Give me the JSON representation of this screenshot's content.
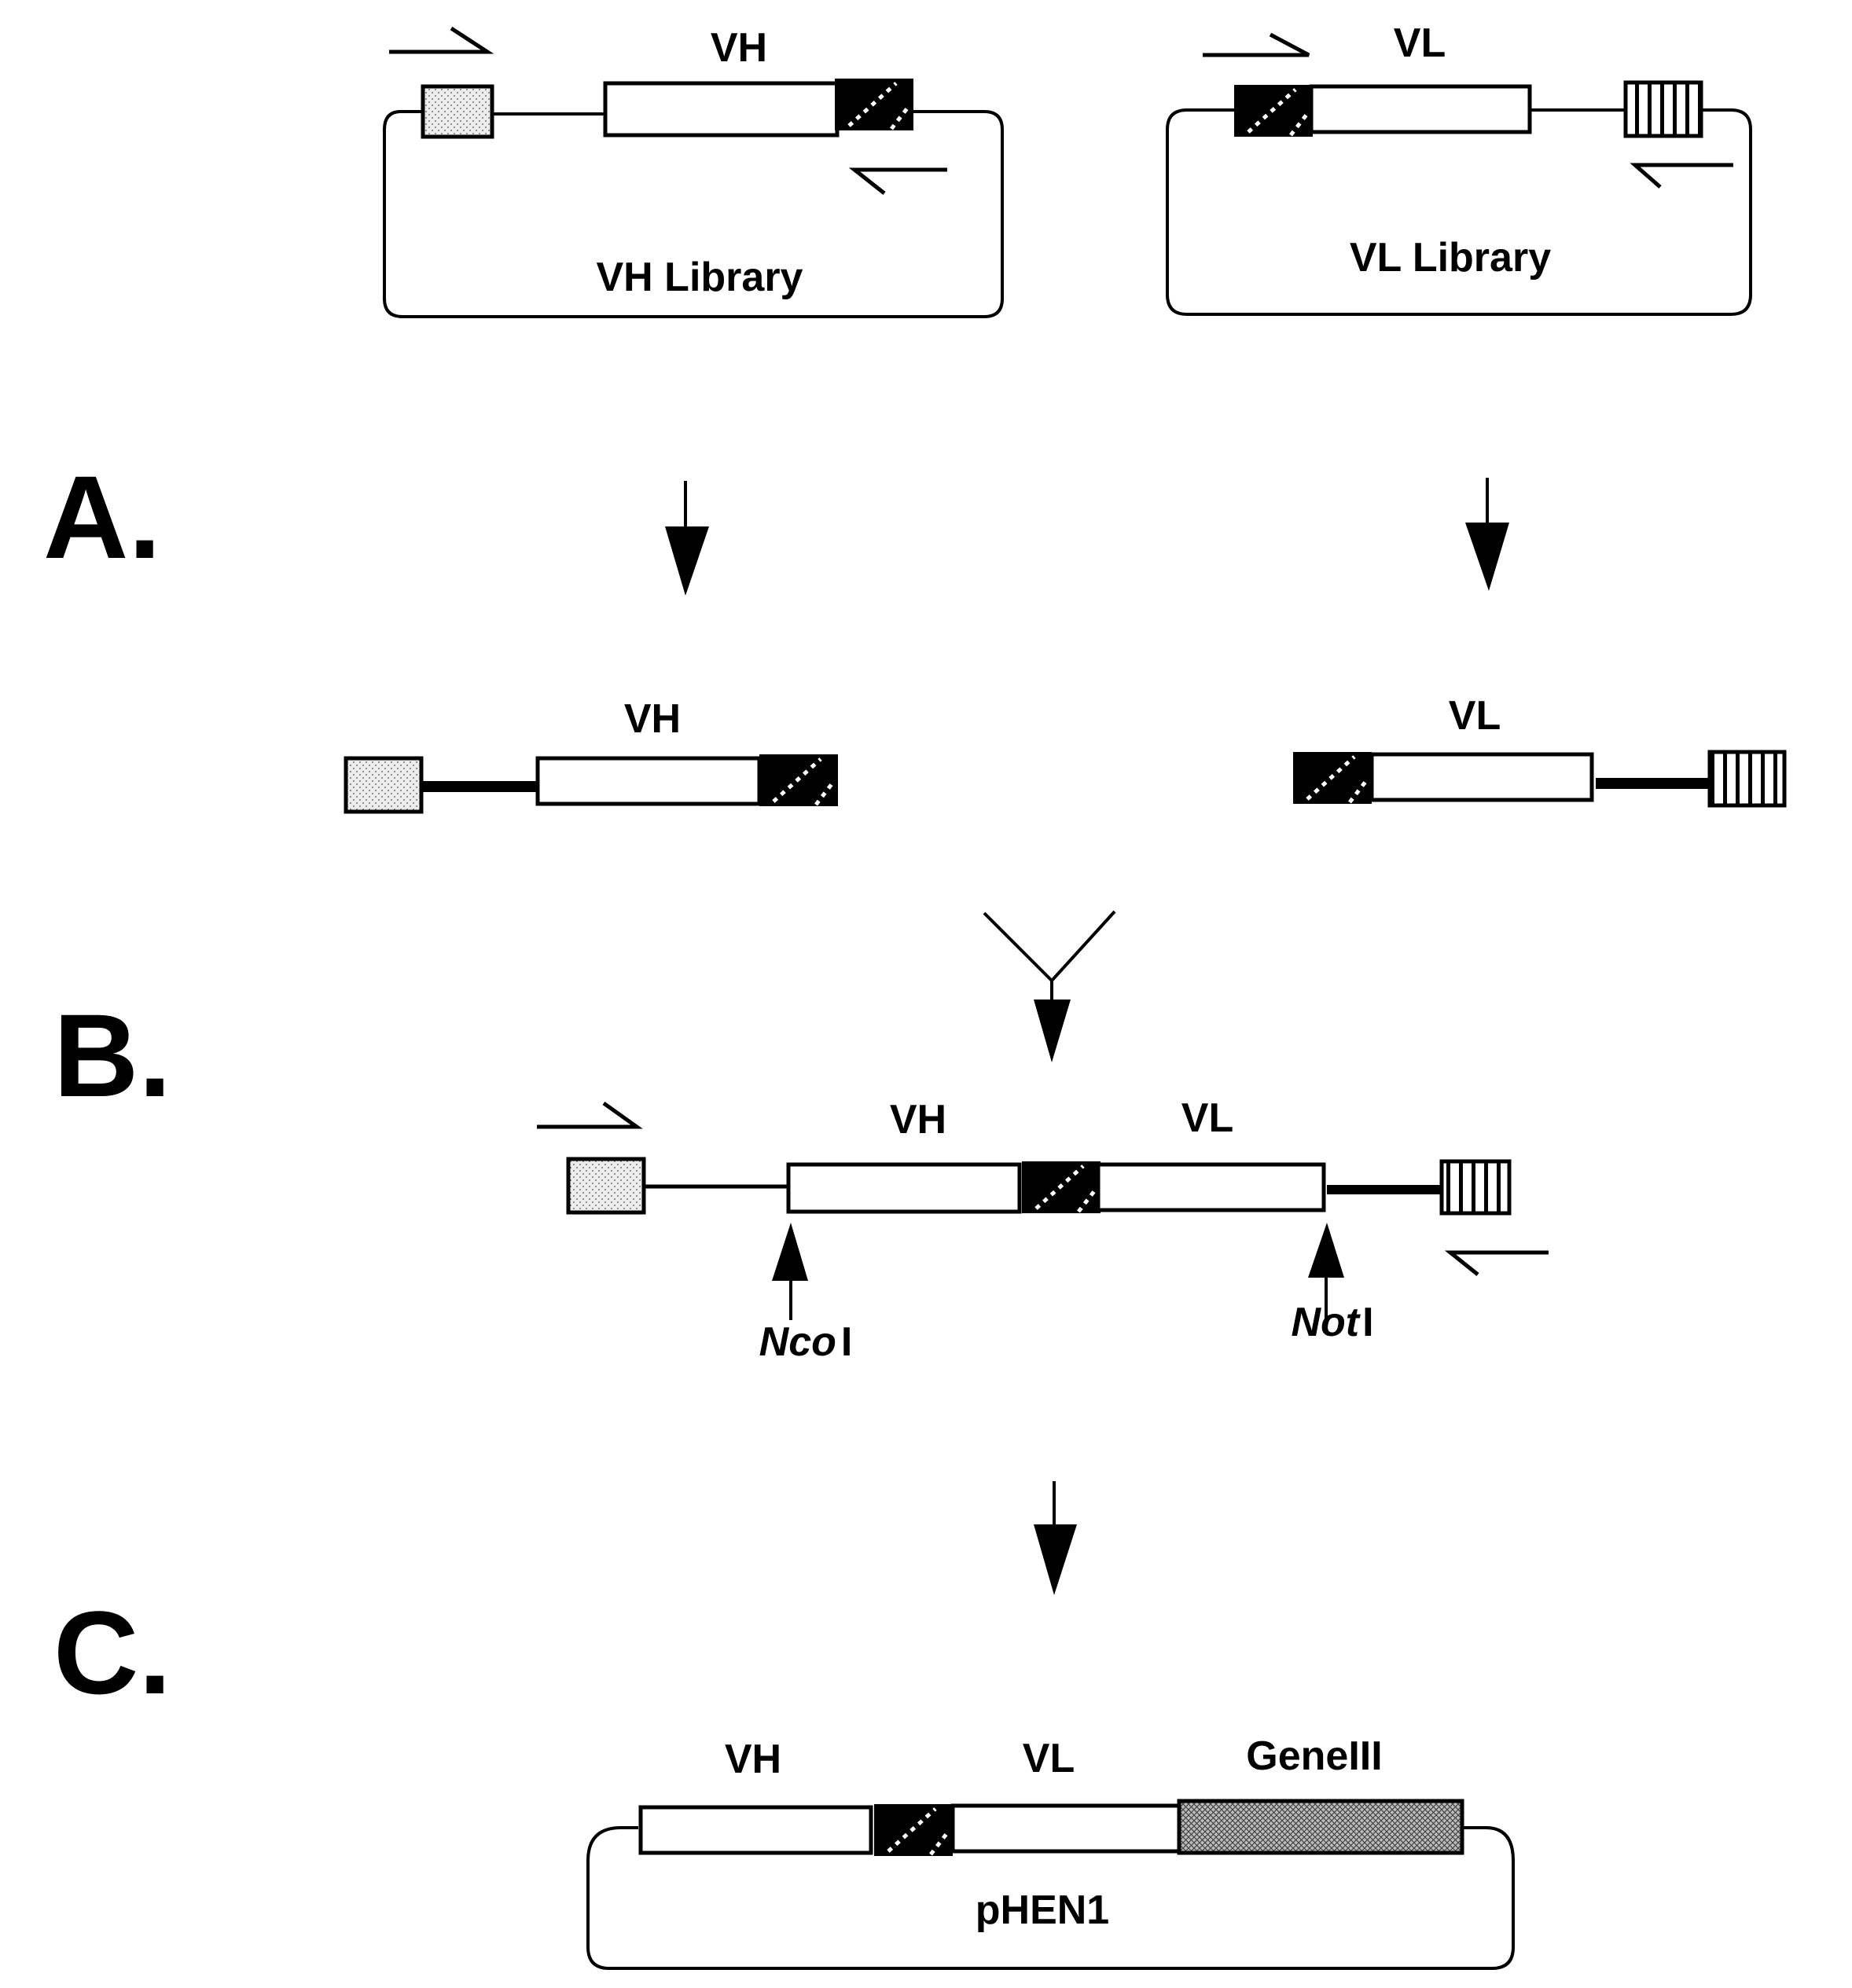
{
  "figure": {
    "sections": [
      "A.",
      "B.",
      "C."
    ],
    "libraries": {
      "vh_library": {
        "title": "VH Library",
        "gene_label": "VH"
      },
      "vl_library": {
        "title": "VL Library",
        "gene_label": "VL"
      }
    },
    "pcr_products": {
      "vh": {
        "gene_label": "VH"
      },
      "vl": {
        "gene_label": "VL"
      }
    },
    "assembly": {
      "vh_label": "VH",
      "vl_label": "VL",
      "left_site": {
        "name": "Nco",
        "suffix": "I"
      },
      "right_site": {
        "name": "Not",
        "suffix": "I"
      }
    },
    "vector": {
      "name": "pHEN1",
      "vh_label": "VH",
      "vl_label": "VL",
      "gene3_label": "GeneIII"
    }
  },
  "colors": {
    "ink": "#000000",
    "background": "#ffffff",
    "stipple": "#e6e6e6",
    "gene3_mesh": "#9a9a9a"
  }
}
